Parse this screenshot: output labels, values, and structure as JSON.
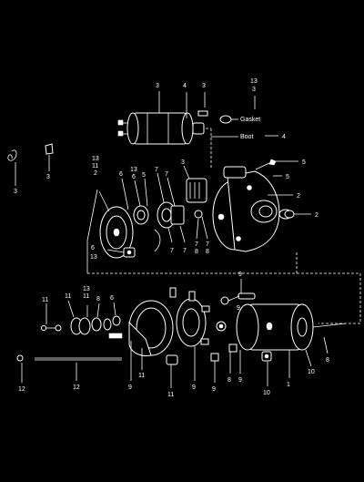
{
  "callouts": {
    "solenoid": "3",
    "shim": "4",
    "screw_top": "3",
    "top_13": "13",
    "top_3": "3",
    "gasket": "Gasket",
    "boot": "Boot",
    "boot_num": "4",
    "clip_left": "3",
    "clip_left2": "3",
    "bolt_5a": "5",
    "bolt_5b": "5",
    "housing_2a": "2",
    "housing_2b": "2",
    "left_13": "13",
    "left_11": "11",
    "left_2": "2",
    "gear_6": "6",
    "mid_13": "13",
    "mid_6": "6",
    "mid_5": "5",
    "mid_7a": "7",
    "mid_7b": "7",
    "small_3": "3",
    "low_6": "6",
    "low_13": "13",
    "low_7a": "7",
    "low_7b": "7",
    "low_7c": "7",
    "low_8a": "8",
    "low_8b": "8",
    "low_7d": "7",
    "b_11a": "11",
    "b_11b": "11",
    "b_13": "13",
    "b_11c": "11",
    "b_8a": "8",
    "b_6": "6",
    "b_9a": "9",
    "r_9": "9",
    "b_12": "12",
    "b_12b": "12",
    "b_9b": "9",
    "b_11d": "11",
    "b_11e": "11",
    "b_9c": "9",
    "b_9d": "9",
    "b_8b": "8",
    "b_9e": "9",
    "b_10a": "10",
    "b_1": "1",
    "b_10b": "10",
    "b_8c": "8"
  }
}
